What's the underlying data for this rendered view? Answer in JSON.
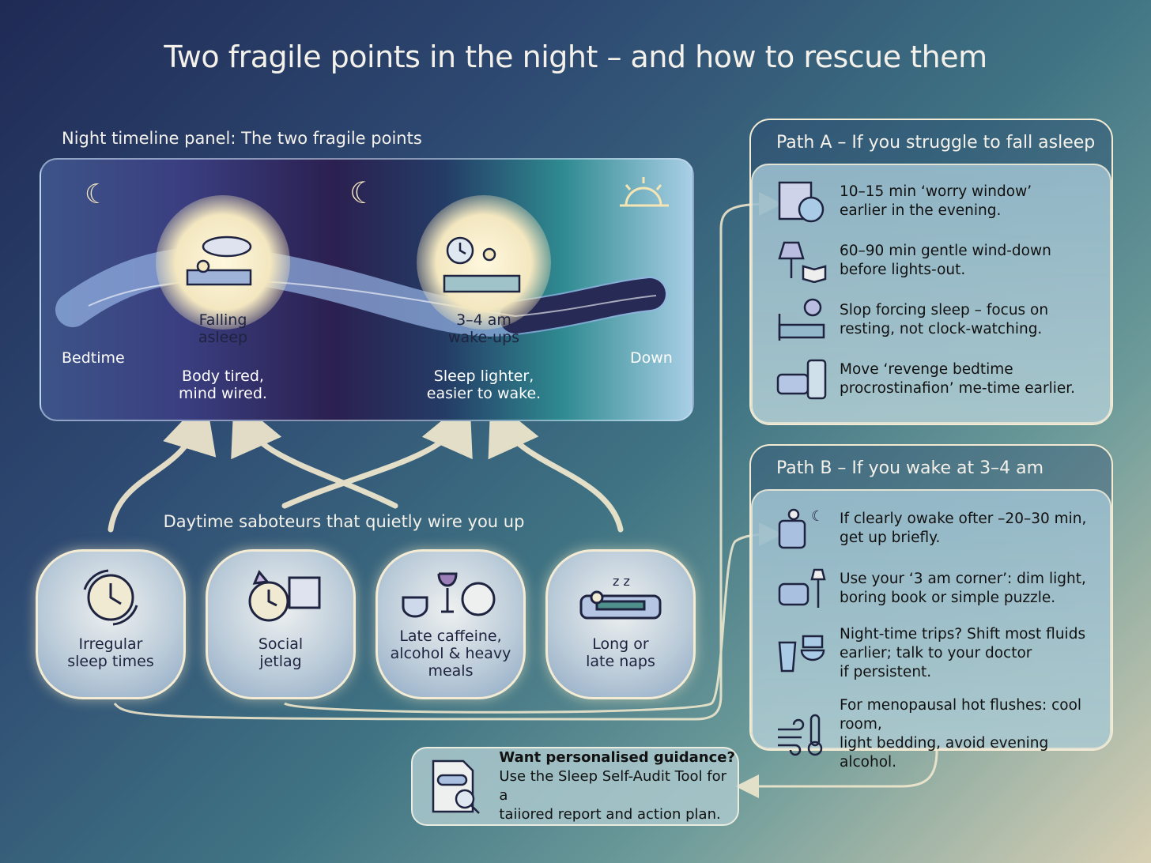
{
  "title": "Two fragile points in the night – and how to rescue them",
  "timeline": {
    "label": "Night timeline panel: The two fragile points",
    "start": "Bedtime",
    "end": "Down",
    "points": [
      {
        "name": "Falling asleep",
        "line1": "Falling",
        "line2": "asleep",
        "desc1": "Body tired,",
        "desc2": "mind wired.",
        "icon": "sleepless-bed-icon"
      },
      {
        "name": "3–4 am wake-ups",
        "line1": "3–4 am",
        "line2": "wake-ups",
        "desc1": "Sleep lighter,",
        "desc2": "easier to wake.",
        "icon": "clock-wake-icon"
      }
    ]
  },
  "saboteurs": {
    "label": "Daytime saboteurs that quietly wire you up",
    "items": [
      {
        "line1": "Irregular",
        "line2": "sleep times",
        "line3": "",
        "icon": "clock-cycle-icon"
      },
      {
        "line1": "Social",
        "line2": "jetlag",
        "line3": "",
        "icon": "alarm-calendar-icon"
      },
      {
        "line1": "Late caffeine,",
        "line2": "alcohol & heavy",
        "line3": "meals",
        "icon": "coffee-wine-plate-icon"
      },
      {
        "line1": "Long or",
        "line2": "late naps",
        "line3": "",
        "icon": "sofa-nap-icon"
      }
    ]
  },
  "path_a": {
    "title": "Path A – If you struggle to fall asleep",
    "items": [
      {
        "l1": "10–15 min ‘worry window’",
        "l2": "earlier in the evening.",
        "icon": "notepad-clock-icon"
      },
      {
        "l1": "60–90 min gentle wind-down",
        "l2": "before lights-out.",
        "icon": "lamp-book-icon"
      },
      {
        "l1": "Slop forcing sleep – focus on",
        "l2": "resting, not clock-watching.",
        "icon": "bed-pause-icon"
      },
      {
        "l1": "Move ‘revenge bedtime",
        "l2": "procrostinafion’ me-time earlier.",
        "icon": "sofa-phone-icon"
      }
    ]
  },
  "path_b": {
    "title": "Path B – If you wake at 3–4 am",
    "items": [
      {
        "l1": "If clearly owake ofter –20–30 min,",
        "l2": "get up briefly.",
        "l3": "",
        "icon": "person-chair-moon-icon"
      },
      {
        "l1": "Use your ‘3 am corner’: dim light,",
        "l2": "boring book or simple puzzle.",
        "l3": "",
        "icon": "armchair-lamp-icon"
      },
      {
        "l1": "Night-time trips? Shift most fluids",
        "l2": "earlier; talk to your doctor",
        "l3": "if persistent.",
        "icon": "glass-toilet-icon"
      },
      {
        "l1": "For menopausal hot flushes: cool room,",
        "l2": "light bedding, avoid evening alcohol.",
        "l3": "",
        "icon": "wind-thermometer-icon"
      }
    ]
  },
  "cta": {
    "heading": "Want personalised guidance?",
    "l1": "Use the Sleep Self-Audit Tool for a",
    "l2": "taiiored report and action plan.",
    "icon": "audit-document-icon"
  },
  "colors": {
    "cream": "#f3ebd3",
    "navy": "#1f2a55",
    "teal": "#3f7383"
  }
}
